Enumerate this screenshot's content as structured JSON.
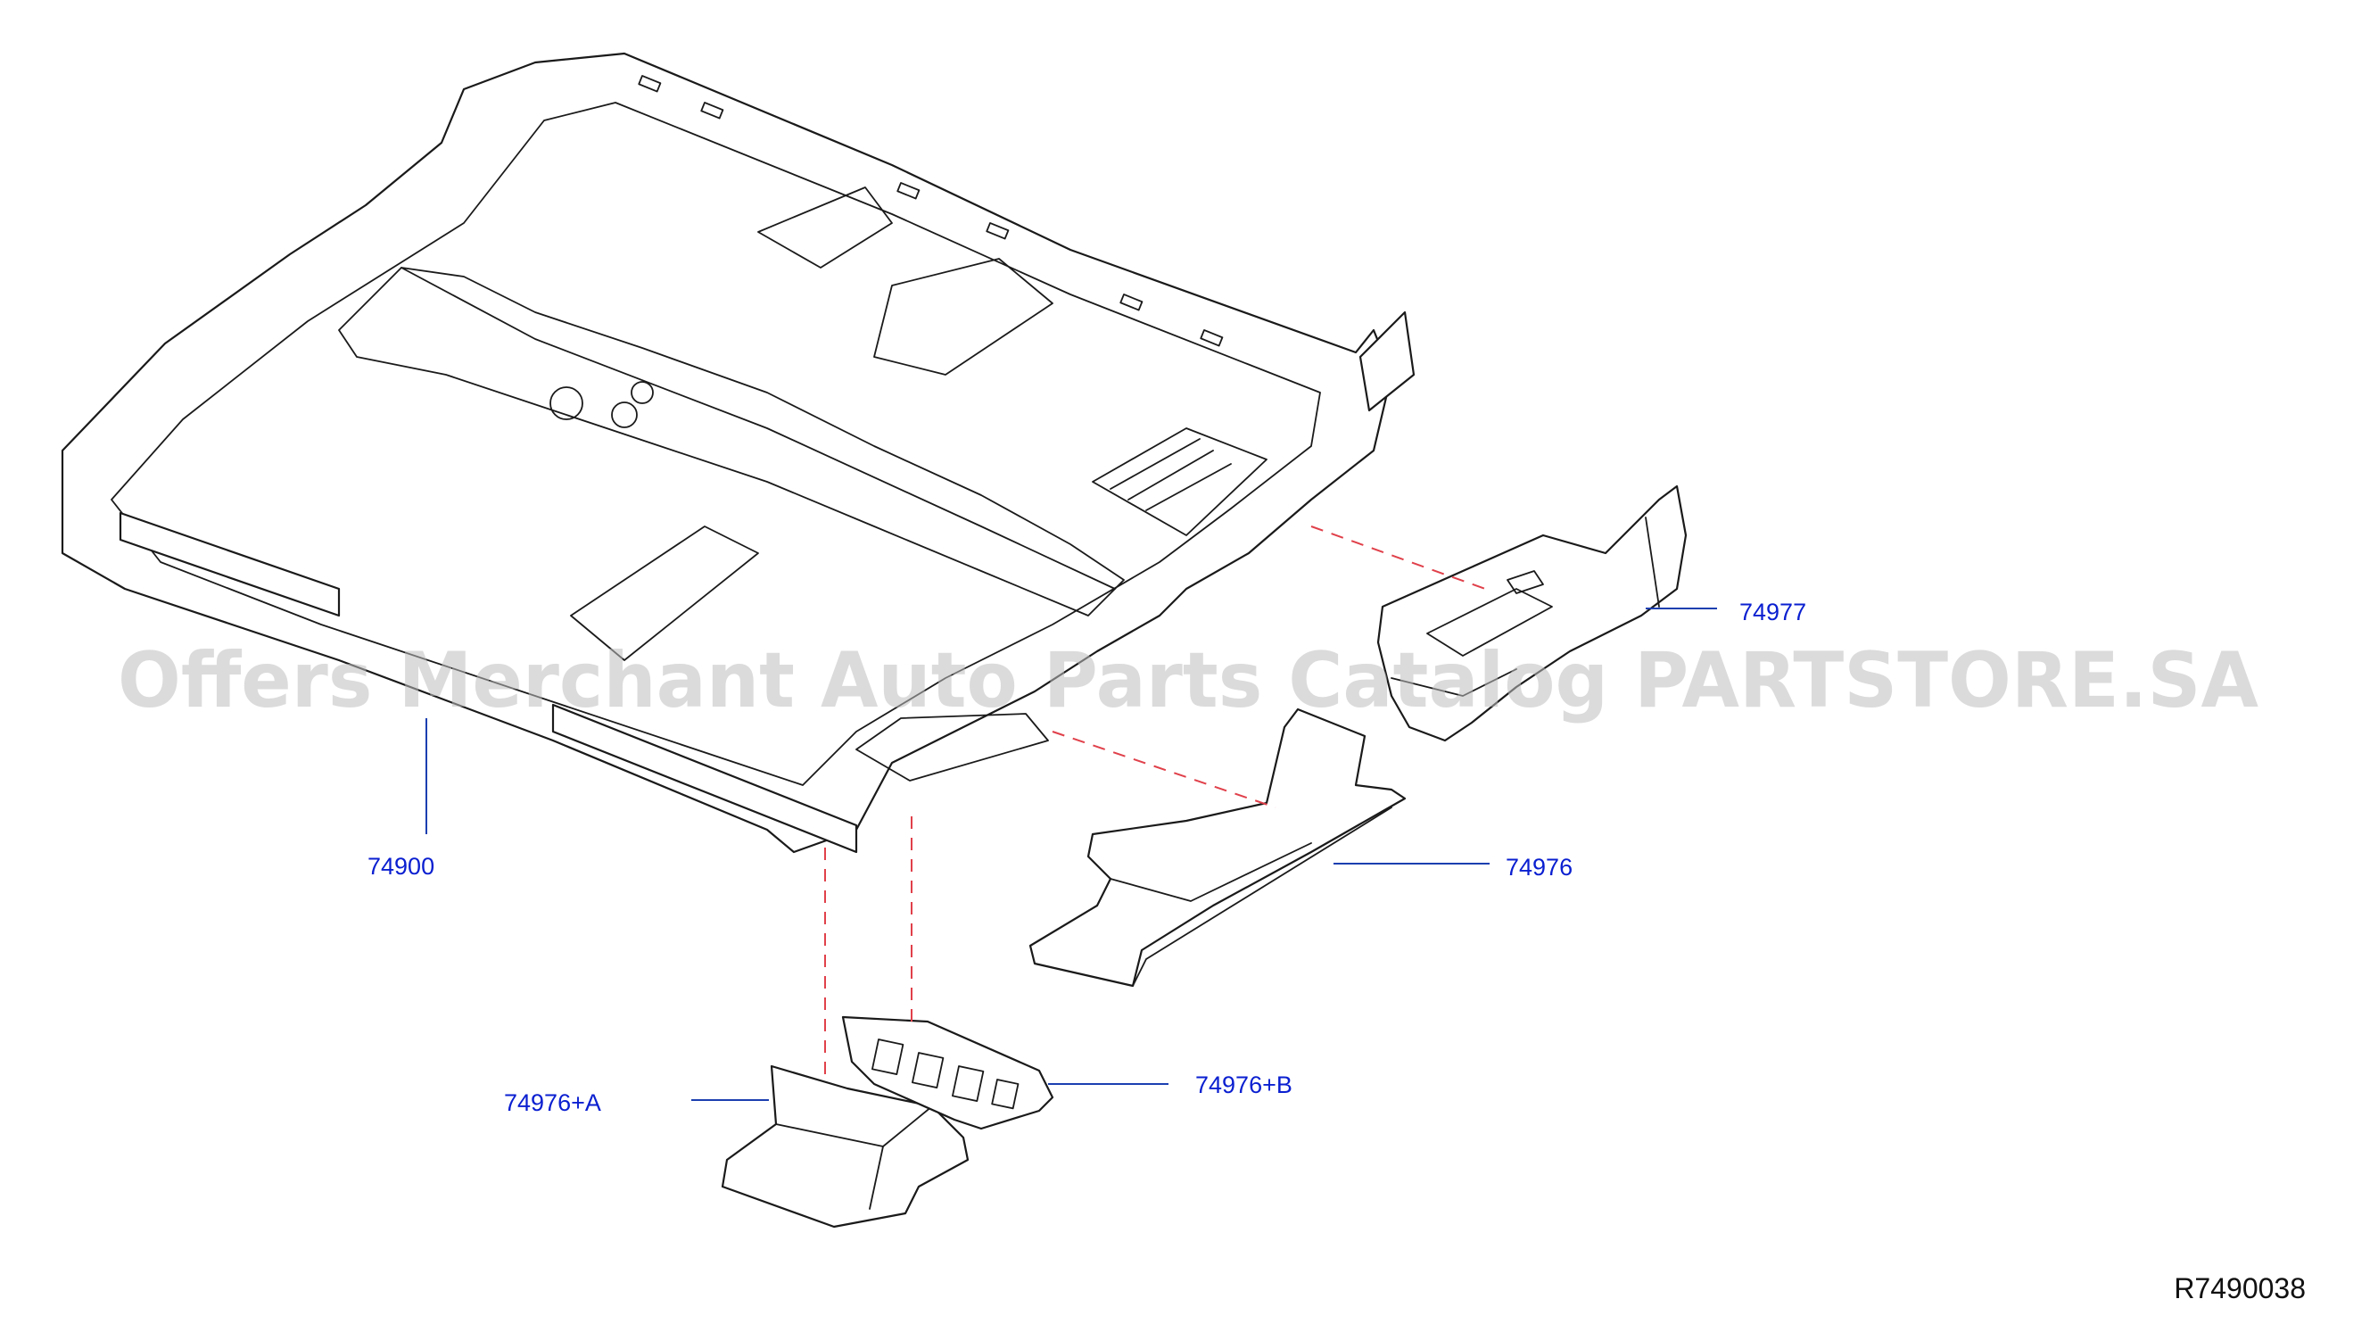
{
  "watermark": "Offers Merchant Auto Parts Catalog PARTSTORE.SA",
  "reference_code": "R7490038",
  "parts": [
    {
      "id": "floor_carpet",
      "label": "74900"
    },
    {
      "id": "rear_heater_duct_insulator",
      "label": "74977"
    },
    {
      "id": "front_floor_spacer",
      "label": "74976"
    },
    {
      "id": "spacer_a",
      "label": "74976+A"
    },
    {
      "id": "spacer_b",
      "label": "74976+B"
    }
  ],
  "colors": {
    "line": "#1a1a1a",
    "label": "#0a1fd0",
    "leader": "#1a3fb0",
    "dashed_connector": "#e0404a",
    "watermark": "#bdbdbd"
  }
}
